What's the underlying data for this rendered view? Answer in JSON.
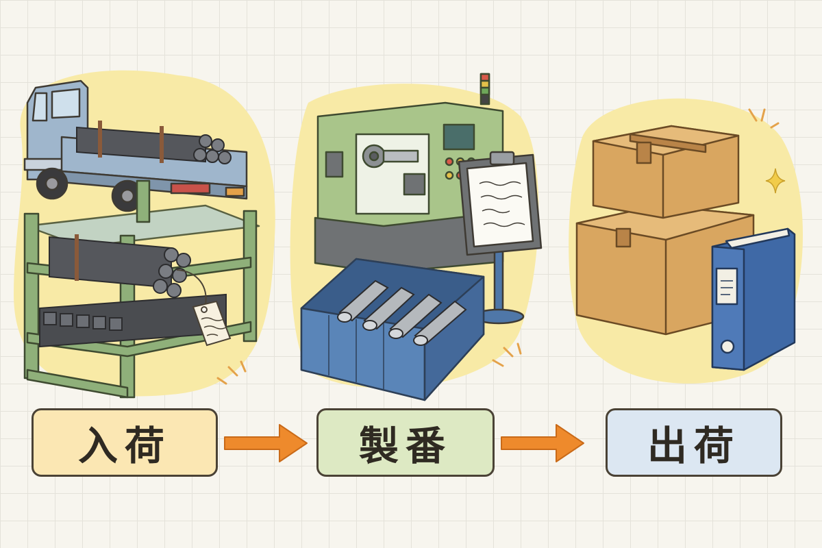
{
  "stages": [
    {
      "label": "入荷",
      "fill": "#fbe7b3",
      "illustration": "truck-and-rack-icon"
    },
    {
      "label": "製番",
      "fill": "#dde9c3",
      "illustration": "lathe-machine-icon"
    },
    {
      "label": "出荷",
      "fill": "#dce7f2",
      "illustration": "boxes-and-binder-icon"
    }
  ],
  "colors": {
    "arrow": "#ee8a2c",
    "outline": "#4a4235",
    "blob": "#f8eaa6",
    "truck": "#9fb6cc",
    "rack": "#8fb07a",
    "machine": "#a9c58a",
    "crate": "#4f77a8",
    "cardboard": "#d9a660",
    "binder": "#3f69a6"
  }
}
